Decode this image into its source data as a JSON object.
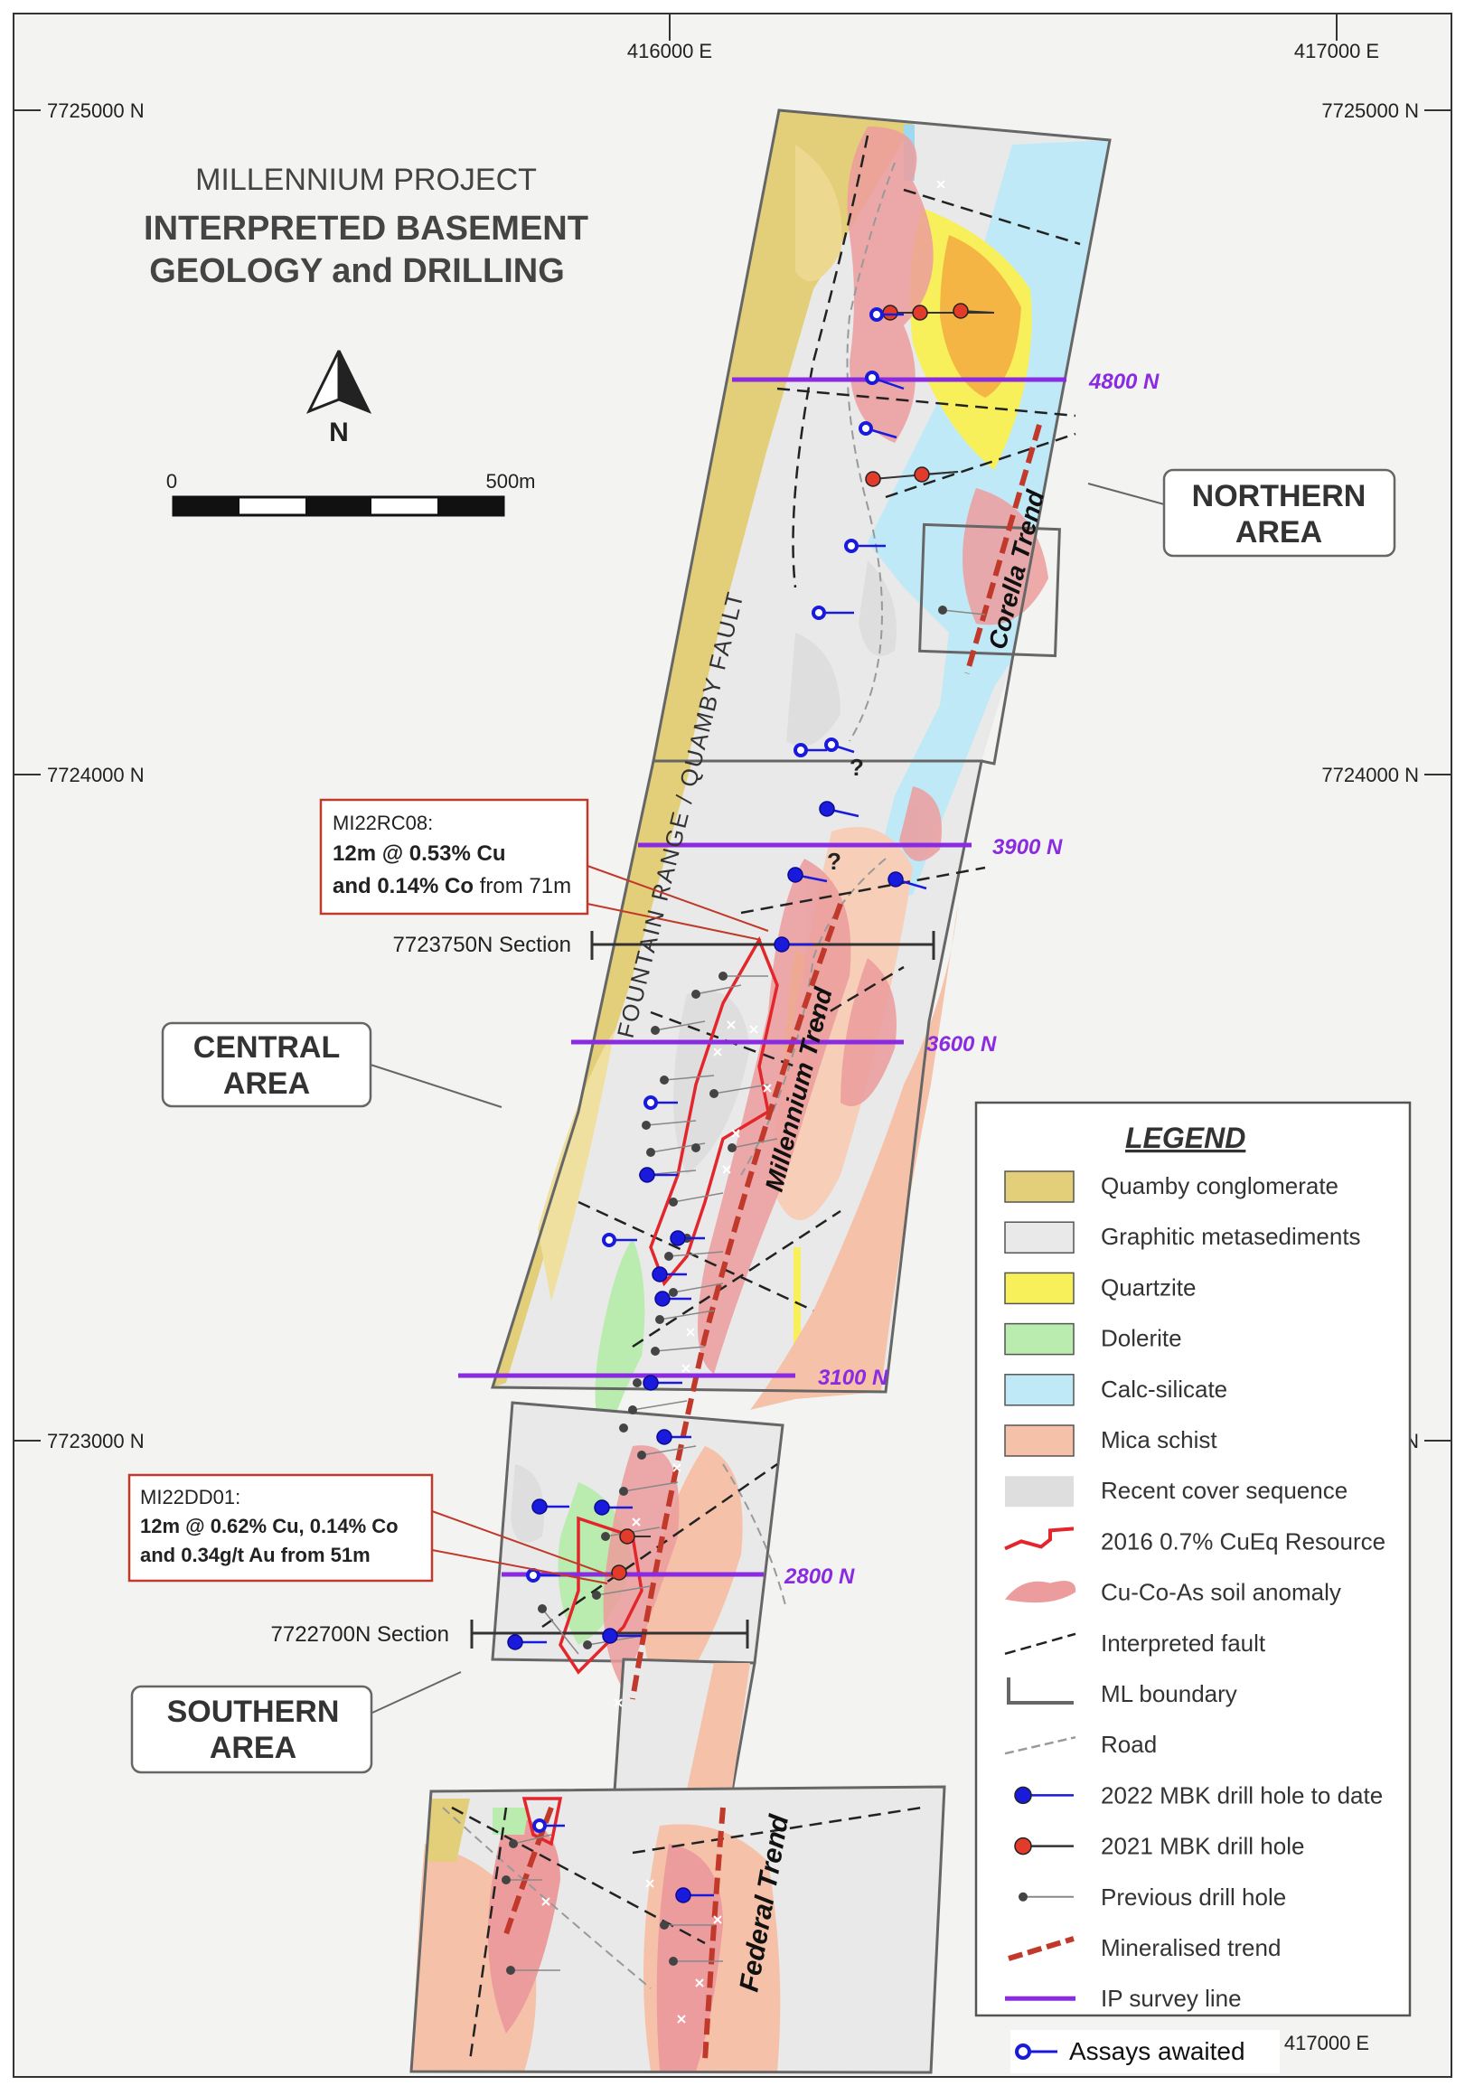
{
  "title": {
    "line1": "MILLENNIUM PROJECT",
    "line2": "INTERPRETED BASEMENT",
    "line3": "GEOLOGY and DRILLING"
  },
  "grid": {
    "e_top_left": "416000 E",
    "e_top_right": "417000 E",
    "e_bottom_right": "417000 E",
    "n_7725000": "7725000 N",
    "n_7724000": "7724000 N",
    "n_7723000": "7723000 N"
  },
  "north_arrow": {
    "label": "N"
  },
  "scale_bar": {
    "start": "0",
    "end": "500m",
    "segments": 5
  },
  "areas": {
    "northern": [
      "NORTHERN",
      "AREA"
    ],
    "central": [
      "CENTRAL",
      "AREA"
    ],
    "southern": [
      "SOUTHERN",
      "AREA"
    ]
  },
  "ip_lines": [
    "4800 N",
    "3900 N",
    "3600 N",
    "3100 N",
    "2800 N"
  ],
  "sections": {
    "north": "7723750N Section",
    "south": "7722700N Section"
  },
  "callouts": {
    "rc08": {
      "line1": "MI22RC08:",
      "line2": "12m @ 0.53% Cu",
      "line3a": "and 0.14% Co",
      "line3b": " from 71m"
    },
    "dd01": {
      "line1": "MI22DD01:",
      "line2": "12m @ 0.62% Cu, 0.14% Co",
      "line3": "and 0.34g/t Au from 51m"
    }
  },
  "trends": {
    "corella": "Corella Trend",
    "millennium": "Millennium Trend",
    "federal": "Federal Trend"
  },
  "fault_label": "FOUNTAIN   RANGE  /  QUAMBY   FAULT",
  "question_mark": "?",
  "legend": {
    "title": "LEGEND",
    "items": [
      {
        "label": "Quamby conglomerate",
        "color": "#e3cf7a"
      },
      {
        "label": "Graphitic metasediments",
        "color": "#e9e9e9"
      },
      {
        "label": "Quartzite",
        "color": "#f7f05a"
      },
      {
        "label": "Dolerite",
        "color": "#b9ecae"
      },
      {
        "label": "Calc-silicate",
        "color": "#bfe9f6"
      },
      {
        "label": "Mica schist",
        "color": "#f5c2a9"
      },
      {
        "label": "Recent cover sequence",
        "color": "#dedede"
      },
      {
        "label": "2016 0.7% CuEq Resource",
        "color": "#e3262c"
      },
      {
        "label": "Cu-Co-As soil anomaly",
        "color": "#ec9c9c"
      },
      {
        "label": "Interpreted fault",
        "color": "#222222"
      },
      {
        "label": "ML boundary",
        "color": "#666666"
      },
      {
        "label": "Road",
        "color": "#999999"
      },
      {
        "label": "2022 MBK drill hole to date",
        "color": "#1a1adc"
      },
      {
        "label": "2021 MBK drill hole",
        "color": "#e23b2a"
      },
      {
        "label": "Previous drill hole",
        "color": "#444444"
      },
      {
        "label": "Mineralised trend",
        "color": "#c0392b"
      },
      {
        "label": "IP survey line",
        "color": "#8a2be2"
      }
    ],
    "assays": "Assays awaited"
  }
}
